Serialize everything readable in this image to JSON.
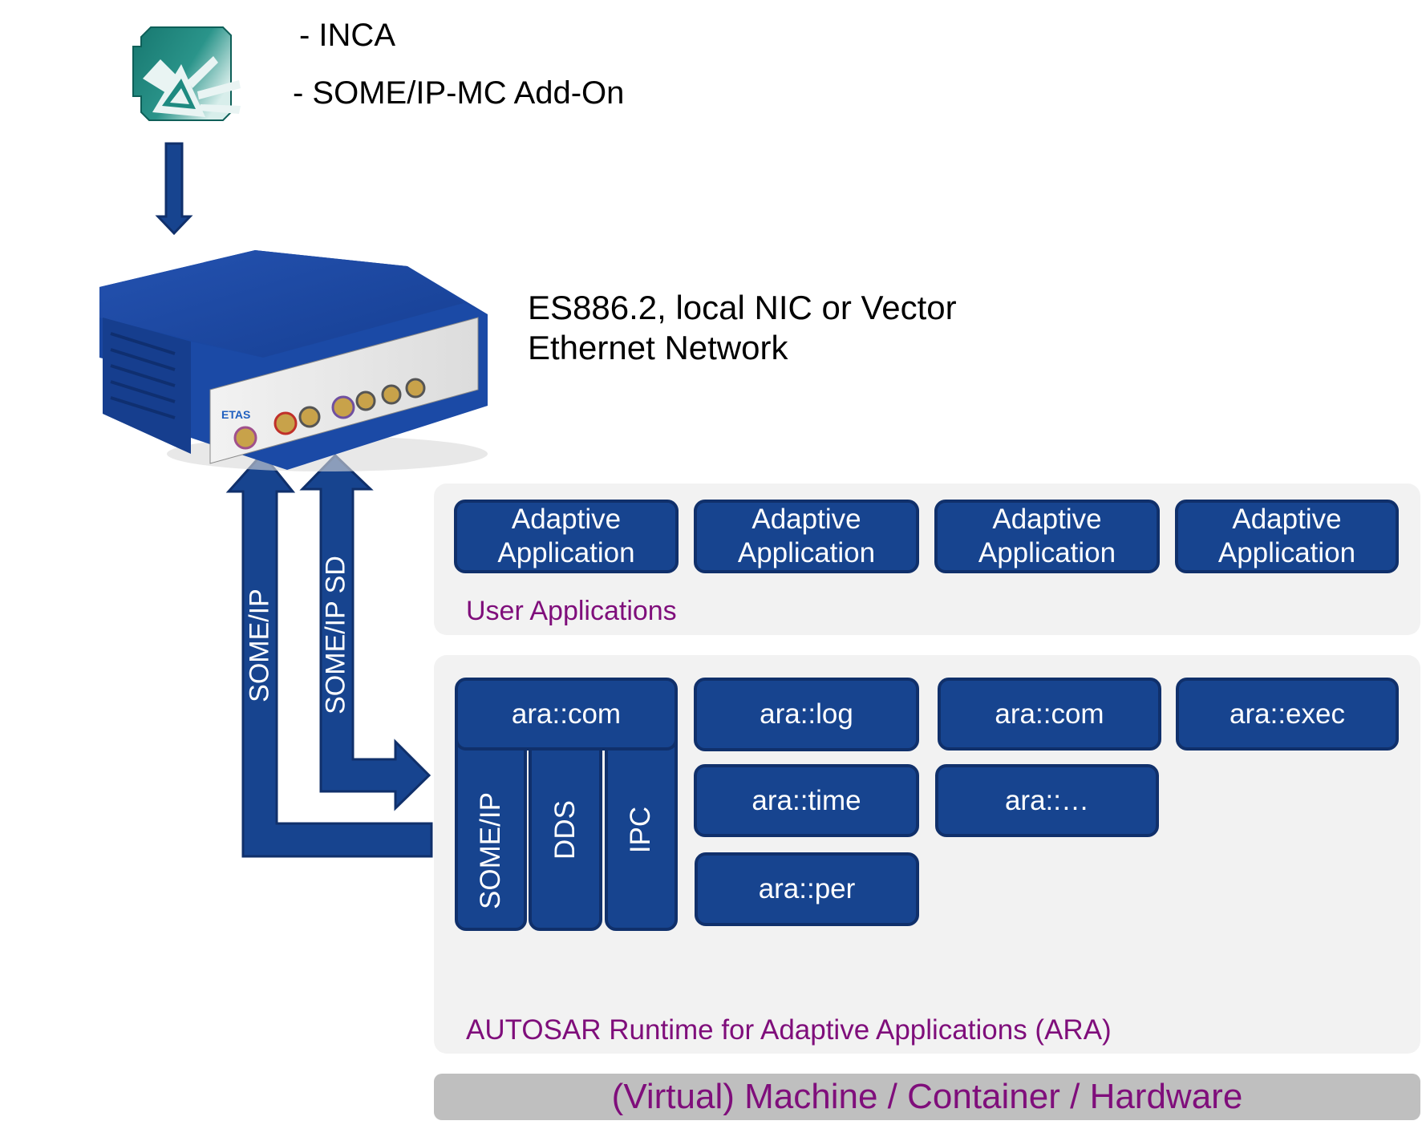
{
  "tool": {
    "icon": "inca-icon",
    "lines": [
      "- INCA",
      "- SOME/IP-MC Add-On"
    ]
  },
  "device": {
    "icon": "es886-device-image",
    "brand": "ETAS",
    "model": "ES886.2",
    "caption_lines": [
      "ES886.2, local NIC or Vector",
      "Ethernet Network"
    ]
  },
  "arrows": {
    "someip_label": "SOME/IP",
    "someip_sd_label": "SOME/IP SD"
  },
  "user_applications": {
    "label": "User Applications",
    "boxes": [
      {
        "line1": "Adaptive",
        "line2": "Application"
      },
      {
        "line1": "Adaptive",
        "line2": "Application"
      },
      {
        "line1": "Adaptive",
        "line2": "Application"
      },
      {
        "line1": "Adaptive",
        "line2": "Application"
      }
    ]
  },
  "ara": {
    "label": "AUTOSAR Runtime for Adaptive Applications (ARA)",
    "com_stack": {
      "title": "ara::com",
      "columns": [
        "SOME/IP",
        "DDS",
        "IPC"
      ]
    },
    "modules": {
      "log": "ara::log",
      "time": "ara::time",
      "per": "ara::per",
      "com": "ara::com",
      "more": "ara::…",
      "exec": "ara::exec"
    }
  },
  "platform": {
    "label": "(Virtual) Machine / Container / Hardware"
  },
  "colors": {
    "block_fill": "#17448f",
    "block_border": "#10306b",
    "panel_bg": "#f2f2f2",
    "label_purple": "#7f0e7b",
    "platform_bg": "#bfbfbf",
    "inca_teal": "#1e8a80"
  }
}
